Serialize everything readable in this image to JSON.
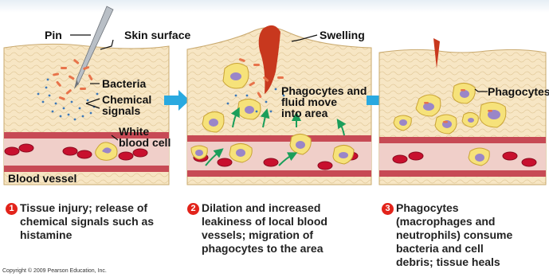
{
  "labels": {
    "pin": "Pin",
    "skin_surface": "Skin surface",
    "swelling": "Swelling",
    "bacteria": "Bacteria",
    "chemical_signals_1": "Chemical",
    "chemical_signals_2": "signals",
    "white_blood_cell_1": "White",
    "white_blood_cell_2": "blood cell",
    "blood_vessel": "Blood vessel",
    "phagocytes_fluid_1": "Phagocytes and",
    "phagocytes_fluid_2": "fluid move",
    "phagocytes_fluid_3": "into area",
    "phagocytes": "Phagocytes"
  },
  "steps": [
    {
      "number": "1",
      "lines": [
        "Tissue injury; release of",
        "chemical signals such as",
        "histamine"
      ]
    },
    {
      "number": "2",
      "lines": [
        "Dilation and increased",
        "leakiness of local blood",
        "vessels; migration of",
        "phagocytes to the area"
      ]
    },
    {
      "number": "3",
      "lines": [
        "Phagocytes",
        "(macrophages and",
        "neutrophils) consume",
        "bacteria and cell",
        "debris; tissue heals"
      ]
    }
  ],
  "copyright": "Copyright © 2009 Pearson Education, Inc.",
  "colors": {
    "skin": "#f7e6c4",
    "tissue_lines": "#e0c89a",
    "vessel": "#c74a55",
    "vessel_lumen": "#f2d3cf",
    "red_cell": "#c8102e",
    "bacteria": "#e8734a",
    "phagocyte": "#f6e27a",
    "nucleus": "#9a86c8",
    "arrow_blue": "#29a9e0",
    "arrow_green": "#1a9e5a",
    "wound": "#c8381e",
    "step_number": "#e2231a"
  }
}
